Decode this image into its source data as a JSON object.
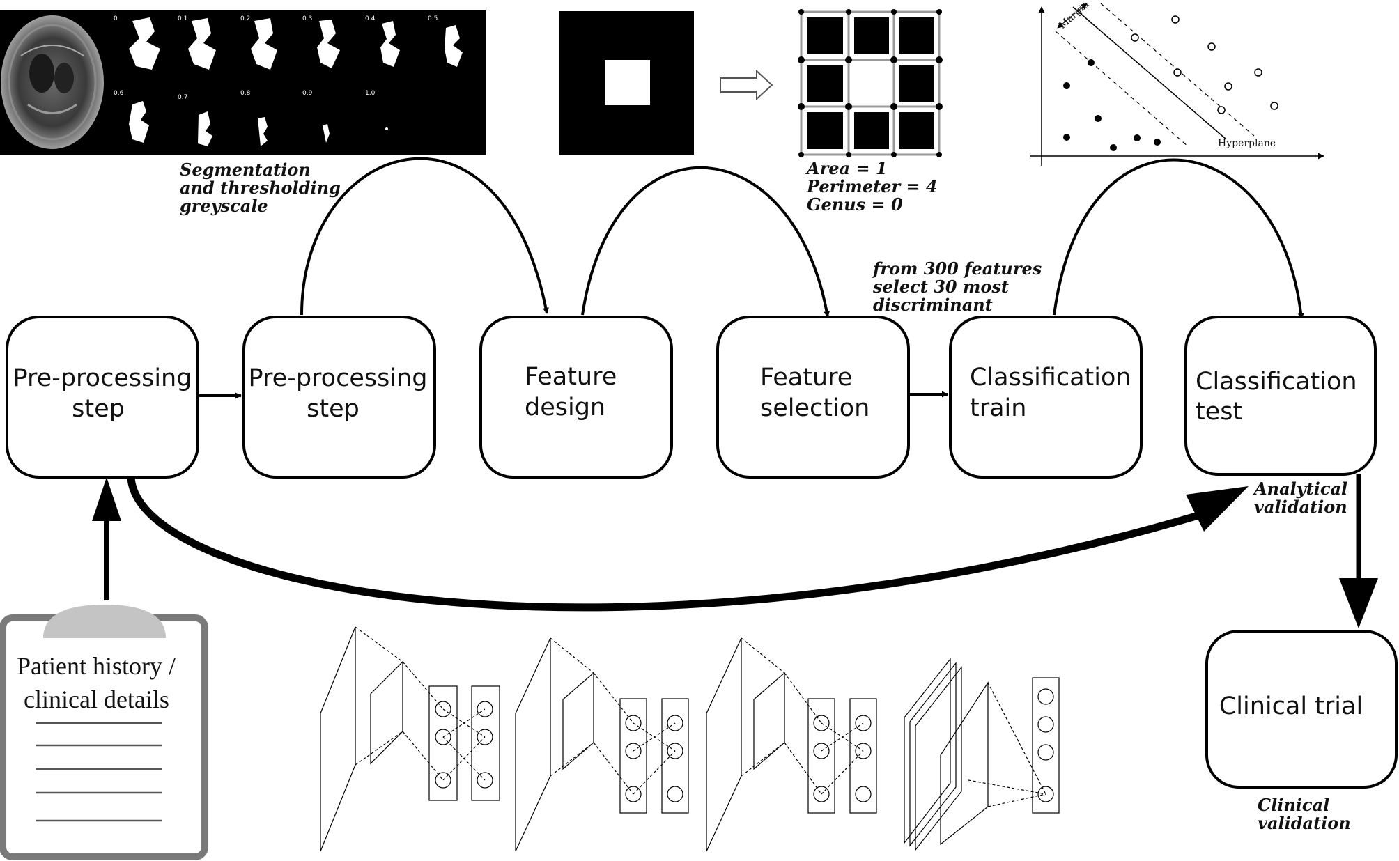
{
  "boxes": {
    "preproc1": [
      "Pre-processing",
      "step"
    ],
    "preproc2": [
      "Pre-processing",
      "step"
    ],
    "feature_design": [
      "Feature",
      "design"
    ],
    "feature_selection": [
      "Feature",
      "selection"
    ],
    "class_train": [
      "Classification",
      "train"
    ],
    "class_test": [
      "Classification",
      "test"
    ],
    "clinical_trial": [
      "Clinical trial"
    ]
  },
  "notes": {
    "segmentation": [
      "Segmentation",
      "and thresholding",
      "greyscale"
    ],
    "topology": [
      "Area = 1",
      "Perimeter = 4",
      "Genus = 0"
    ],
    "features": [
      "from 300 features",
      "select 30 most",
      "discriminant"
    ],
    "analytical": [
      "Analytical",
      "validation"
    ],
    "clinical": [
      "Clinical",
      "validation"
    ]
  },
  "thresholds": [
    "0",
    "0.1",
    "0.2",
    "0.3",
    "0.4",
    "0.5",
    "0.6",
    "0.7",
    "0.8",
    "0.9",
    "1.0"
  ],
  "svm": {
    "margin": "Margin",
    "hyperplane": "Hyperplane"
  },
  "clipboard": [
    "Patient history /",
    "clinical details"
  ]
}
